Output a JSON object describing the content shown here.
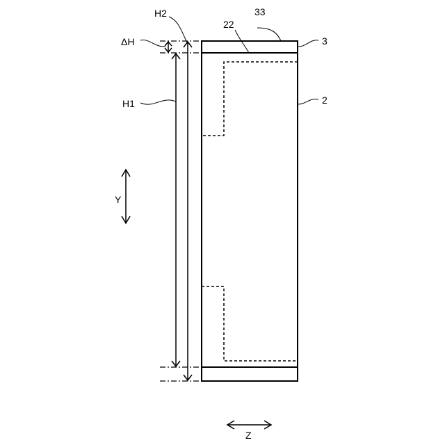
{
  "labels": {
    "dh": "ΔH",
    "h2": "H2",
    "h1": "H1",
    "l33": "33",
    "l22": "22",
    "l3": "3",
    "l2": "2",
    "y_axis": "Y",
    "z_axis": "Z"
  }
}
